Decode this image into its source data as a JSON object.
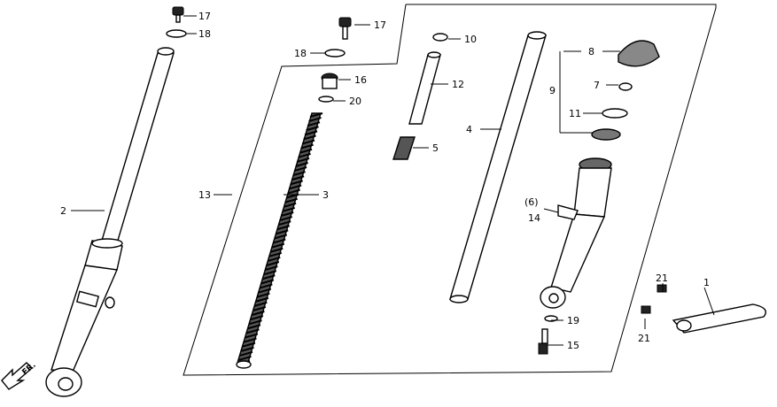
{
  "callouts": {
    "c1": "1",
    "c2": "2",
    "c3": "3",
    "c4": "4",
    "c5": "5",
    "c6": "(6)",
    "c7": "7",
    "c8": "8",
    "c9": "9",
    "c10": "10",
    "c11": "11",
    "c12": "12",
    "c13": "13",
    "c14": "14",
    "c15": "15",
    "c16": "16",
    "c17a": "17",
    "c17b": "17",
    "c18a": "18",
    "c18b": "18",
    "c19": "19",
    "c20": "20",
    "c21a": "21",
    "c21b": "21"
  },
  "direction_marker": "FR."
}
